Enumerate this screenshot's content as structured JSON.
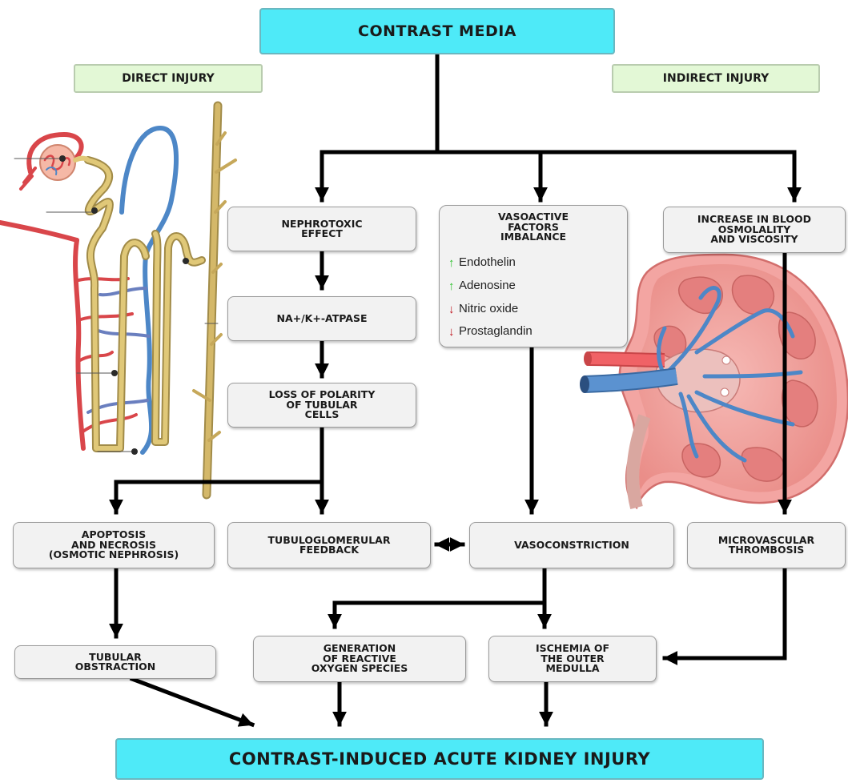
{
  "top": "CONTRAST MEDIA",
  "direct": "DIRECT INJURY",
  "indirect": "INDIRECT INJURY",
  "boxes": {
    "nephrotoxic": "NEPHROTOXIC\nEFFECT",
    "atpase": "NA+/K+-ATPASE",
    "polarity": "LOSS OF POLARITY\nOF TUBULAR\nCELLS",
    "vasoactive": "VASOACTIVE\nFACTORS\nIMBALANCE",
    "osmolality": "INCREASE IN BLOOD\nOSMOLALITY\nAND VISCOSITY",
    "apoptosis": "APOPTOSIS\nAND NECROSIS\n(OSMOTIC NEPHROSIS)",
    "tubulo": "TUBULOGLOMERULAR\nFEEDBACK",
    "vasoconstriction": "VASOCONSTRICTION",
    "thrombosis": "MICROVASCULAR\nTHROMBOSIS",
    "obstruction": "TUBULAR\nOBSTRACTION",
    "ros": "GENERATION\nOF REACTIVE\nOXYGEN SPECIES",
    "ischemia": "ISCHEMIA OF\nTHE OUTER\nMEDULLA"
  },
  "factors": [
    {
      "label": "Endothelin",
      "dir": "up",
      "arrow": "↑",
      "color": "#2cc22c"
    },
    {
      "label": "Adenosine",
      "dir": "up",
      "arrow": "↑",
      "color": "#2cc22c"
    },
    {
      "label": "Nitric oxide",
      "dir": "down",
      "arrow": "↓",
      "color": "#c0141e"
    },
    {
      "label": "Prostaglandin",
      "dir": "down",
      "arrow": "↓",
      "color": "#c0141e"
    }
  ],
  "bottom": "CONTRAST-INDUCED ACUTE KIDNEY INJURY",
  "colors": {
    "cyan": "#4eeaf8",
    "green": "#e3f8d6",
    "grey_box": "#f2f2f2",
    "artery": "#d9464a",
    "vein": "#4d87c7",
    "tubule": "#d4b869",
    "kidney": "#f2a7a4"
  }
}
